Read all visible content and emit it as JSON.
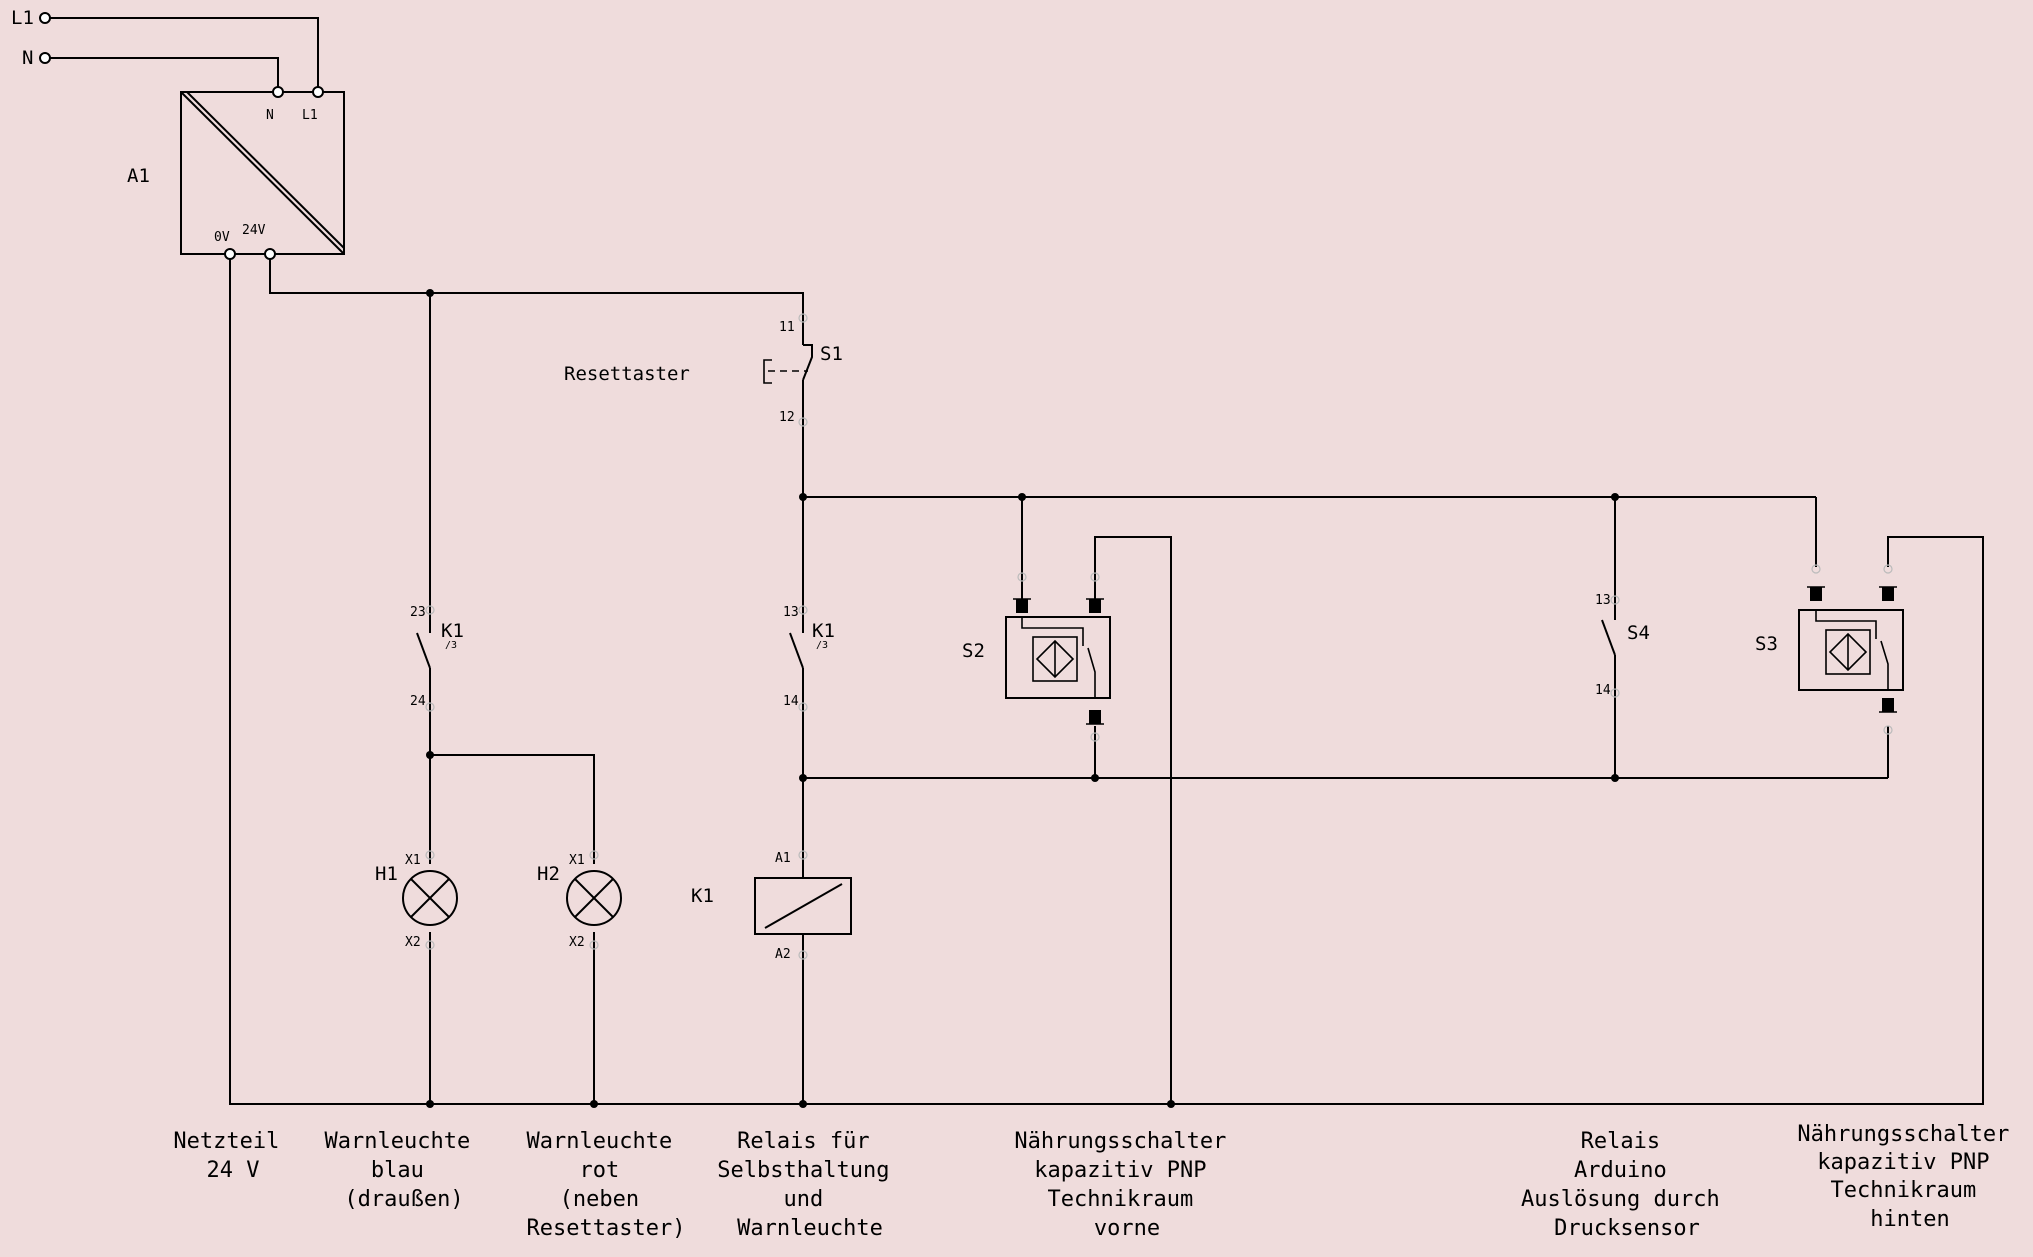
{
  "supply": {
    "l1": "L1",
    "n": "N"
  },
  "psu": {
    "ref": "A1",
    "pin_n": "N",
    "pin_l1": "L1",
    "pin_0v": "0V",
    "pin_24v": "24V"
  },
  "s1": {
    "ref": "S1",
    "label": "Resettaster",
    "pin_top": "11",
    "pin_bottom": "12"
  },
  "k1_contact_a": {
    "ref": "K1",
    "sub": "/3",
    "pin_top": "23",
    "pin_bottom": "24"
  },
  "k1_contact_b": {
    "ref": "K1",
    "sub": "/3",
    "pin_top": "13",
    "pin_bottom": "14"
  },
  "h1": {
    "ref": "H1",
    "pin_top": "X1",
    "pin_bottom": "X2"
  },
  "h2": {
    "ref": "H2",
    "pin_top": "X1",
    "pin_bottom": "X2"
  },
  "k1_coil": {
    "ref": "K1",
    "pin_top": "A1",
    "pin_bottom": "A2"
  },
  "s2": {
    "ref": "S2"
  },
  "s3": {
    "ref": "S3"
  },
  "s4": {
    "ref": "S4",
    "pin_top": "13",
    "pin_bottom": "14"
  },
  "captions": {
    "c1": [
      "Netzteil",
      "24 V"
    ],
    "c2": [
      "Warnleuchte",
      "blau",
      "(draußen)"
    ],
    "c3": [
      "Warnleuchte",
      "rot",
      "(neben",
      "Resettaster)"
    ],
    "c4": [
      "Relais für",
      "Selbsthaltung",
      "und",
      "Warnleuchte"
    ],
    "c5": [
      "Nährungsschalter",
      "kapazitiv PNP",
      "Technikraum",
      "vorne"
    ],
    "c6": [
      "Relais",
      "Arduino",
      "Auslösung durch",
      "Drucksensor"
    ],
    "c7": [
      "Nährungsschalter",
      "kapazitiv PNP",
      "Technikraum",
      "hinten"
    ]
  }
}
